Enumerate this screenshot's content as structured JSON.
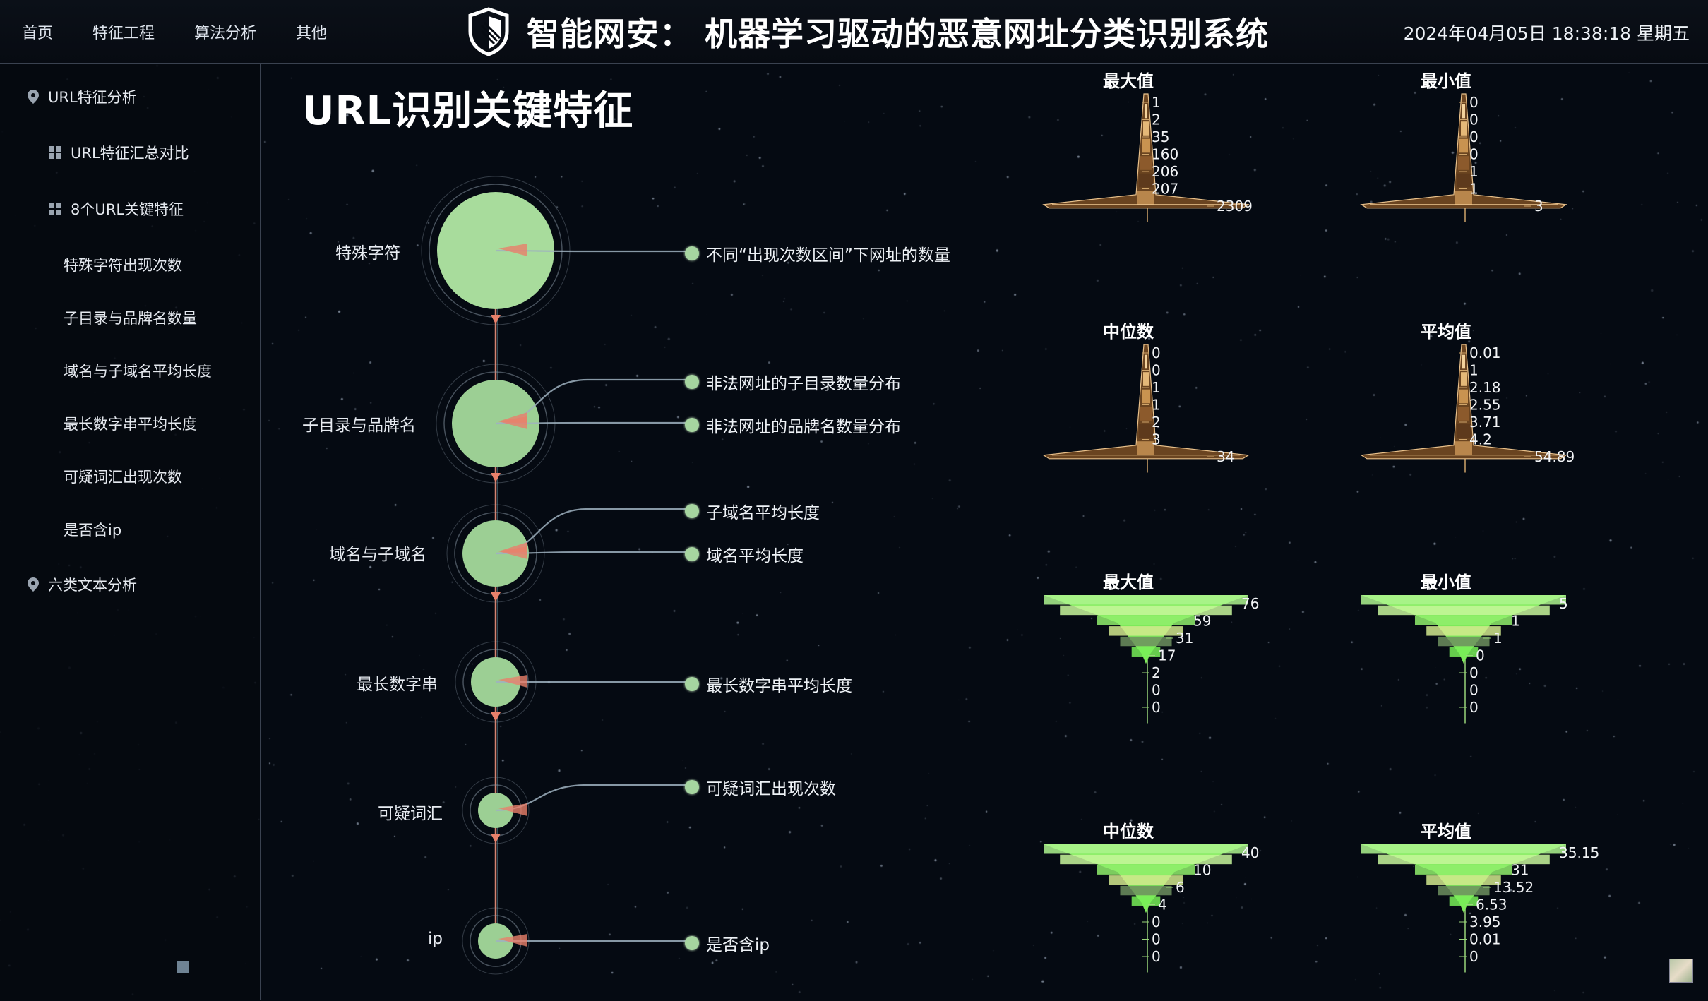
{
  "nav": [
    "首页",
    "特征工程",
    "算法分析",
    "其他"
  ],
  "header": {
    "title": "智能网安： 机器学习驱动的恶意网址分类识别系统",
    "datetime": "2024年04月05日 18:38:18 星期五"
  },
  "sidebar": {
    "items": [
      {
        "label": "URL特征分析",
        "icon": "location-pin-icon",
        "level": 0
      },
      {
        "label": "URL特征汇总对比",
        "icon": "grid-icon",
        "level": 1
      },
      {
        "label": "8个URL关键特征",
        "icon": "grid-icon",
        "level": 1
      },
      {
        "label": "特殊字符出现次数",
        "icon": "",
        "level": 2
      },
      {
        "label": "子目录与品牌名数量",
        "icon": "",
        "level": 2
      },
      {
        "label": "域名与子域名平均长度",
        "icon": "",
        "level": 2
      },
      {
        "label": "最长数字串平均长度",
        "icon": "",
        "level": 2
      },
      {
        "label": "可疑词汇出现次数",
        "icon": "",
        "level": 2
      },
      {
        "label": "是否含ip",
        "icon": "",
        "level": 2
      },
      {
        "label": "六类文本分析",
        "icon": "location-pin-icon",
        "level": 0
      }
    ]
  },
  "main": {
    "title": "URL识别关键特征",
    "nodes": [
      {
        "label": "特殊字符",
        "leaves": [
          "不同“出现次数区间”下网址的数量"
        ]
      },
      {
        "label": "子目录与品牌名",
        "leaves": [
          "非法网址的子目录数量分布",
          "非法网址的品牌名数量分布"
        ]
      },
      {
        "label": "域名与子域名",
        "leaves": [
          "子域名平均长度",
          "域名平均长度"
        ]
      },
      {
        "label": "最长数字串",
        "leaves": [
          "最长数字串平均长度"
        ]
      },
      {
        "label": "可疑词汇",
        "leaves": [
          "可疑词汇出现次数"
        ]
      },
      {
        "label": "ip",
        "leaves": [
          "是否含ip"
        ]
      }
    ]
  },
  "funnels": [
    {
      "title": "最大值",
      "style": "brown",
      "values": [
        "1",
        "2",
        "35",
        "160",
        "206",
        "207",
        "2309"
      ]
    },
    {
      "title": "最小值",
      "style": "brown",
      "values": [
        "0",
        "0",
        "0",
        "0",
        "1",
        "1",
        "3"
      ]
    },
    {
      "title": "中位数",
      "style": "brown",
      "values": [
        "0",
        "0",
        "1",
        "1",
        "2",
        "3",
        "34"
      ]
    },
    {
      "title": "平均值",
      "style": "brown",
      "values": [
        "0.01",
        "1",
        "2.18",
        "2.55",
        "3.71",
        "4.2",
        "54.89"
      ]
    },
    {
      "title": "最大值",
      "style": "green",
      "values": [
        "76",
        "59",
        "31",
        "17",
        "2",
        "0",
        "0"
      ]
    },
    {
      "title": "最小值",
      "style": "green",
      "values": [
        "5",
        "1",
        "1",
        "0",
        "0",
        "0",
        "0"
      ]
    },
    {
      "title": "中位数",
      "style": "green",
      "values": [
        "40",
        "10",
        "6",
        "4",
        "0",
        "0",
        "0"
      ]
    },
    {
      "title": "平均值",
      "style": "green",
      "values": [
        "35.15",
        "31",
        "13.52",
        "6.53",
        "3.95",
        "0.01",
        "0"
      ]
    }
  ],
  "colors": {
    "accent": "#a6d5a0",
    "connector": "#e8806a",
    "brown": "#c8904a",
    "green": "#8ee870"
  }
}
